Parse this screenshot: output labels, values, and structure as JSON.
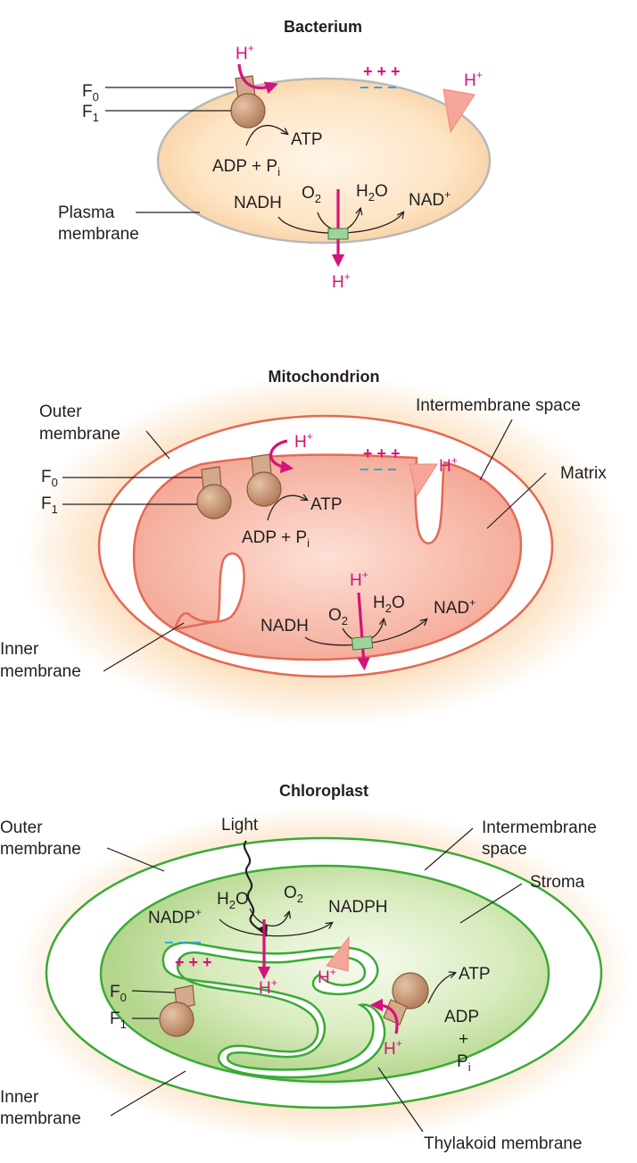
{
  "bacterium": {
    "title": "Bacterium",
    "f0": "F",
    "f0_sub": "0",
    "f1": "F",
    "f1_sub": "1",
    "h_top": "H",
    "h_top_sup": "+",
    "plus_signs": "+ + +",
    "minus_signs": "− − −",
    "h_right": "H",
    "h_right_sup": "+",
    "atp": "ATP",
    "adp_pi": "ADP + P",
    "adp_pi_sub": "i",
    "nadh": "NADH",
    "o2": "O",
    "o2_sub": "2",
    "h2o_a": "H",
    "h2o_sub": "2",
    "h2o_b": "O",
    "nad": "NAD",
    "nad_sup": "+",
    "h_bottom": "H",
    "h_bottom_sup": "+",
    "plasma_membrane": [
      "Plasma",
      "membrane"
    ]
  },
  "mitochondrion": {
    "title": "Mitochondrion",
    "outer_membrane": [
      "Outer",
      "membrane"
    ],
    "intermembrane_space": "Intermembrane space",
    "matrix": "Matrix",
    "f0": "F",
    "f0_sub": "0",
    "f1": "F",
    "f1_sub": "1",
    "h_top": "H",
    "h_top_sup": "+",
    "plus_signs": "+ + +",
    "minus_signs": "− − −",
    "h_right": "H",
    "h_right_sup": "+",
    "atp": "ATP",
    "adp_pi": "ADP + P",
    "adp_pi_sub": "i",
    "h_inner": "H",
    "h_inner_sup": "+",
    "o2": "O",
    "o2_sub": "2",
    "h2o_a": "H",
    "h2o_sub": "2",
    "h2o_b": "O",
    "nadh": "NADH",
    "nad": "NAD",
    "nad_sup": "+",
    "inner_membrane": [
      "Inner",
      "membrane"
    ]
  },
  "chloroplast": {
    "title": "Chloroplast",
    "outer_membrane": [
      "Outer",
      "membrane"
    ],
    "light": "Light",
    "intermembrane_space": [
      "Intermembrane",
      "space"
    ],
    "stroma": "Stroma",
    "h2o_a": "H",
    "h2o_sub": "2",
    "h2o_b": "O",
    "o2": "O",
    "o2_sub": "2",
    "nadph": "NADPH",
    "nadp": "NADP",
    "nadp_sup": "+",
    "minus_signs": "− − −",
    "plus_signs": "+ + +",
    "h_center": "H",
    "h_center_sup": "+",
    "h_right": "H",
    "h_right_sup": "+",
    "atp": "ATP",
    "adp": "ADP",
    "plus": "+",
    "pi": "P",
    "pi_sub": "i",
    "f0": "F",
    "f0_sub": "0",
    "f1": "F",
    "f1_sub": "1",
    "h_bottom": "H",
    "h_bottom_sup": "+",
    "inner_membrane": [
      "Inner",
      "membrane"
    ],
    "thylakoid_membrane": "Thylakoid membrane"
  },
  "colors": {
    "magenta": "#d6127b",
    "cyan": "#29a9e0",
    "atp_synthase": "#c89878",
    "electron_carrier": "#9fd39a",
    "bacterium_fill": "#fcdcb6",
    "matrix_fill": "#f7b8a8",
    "mito_membrane": "#e36a55",
    "chloro_membrane": "#3aaa35",
    "stroma_fill": "#c6e0a4"
  }
}
